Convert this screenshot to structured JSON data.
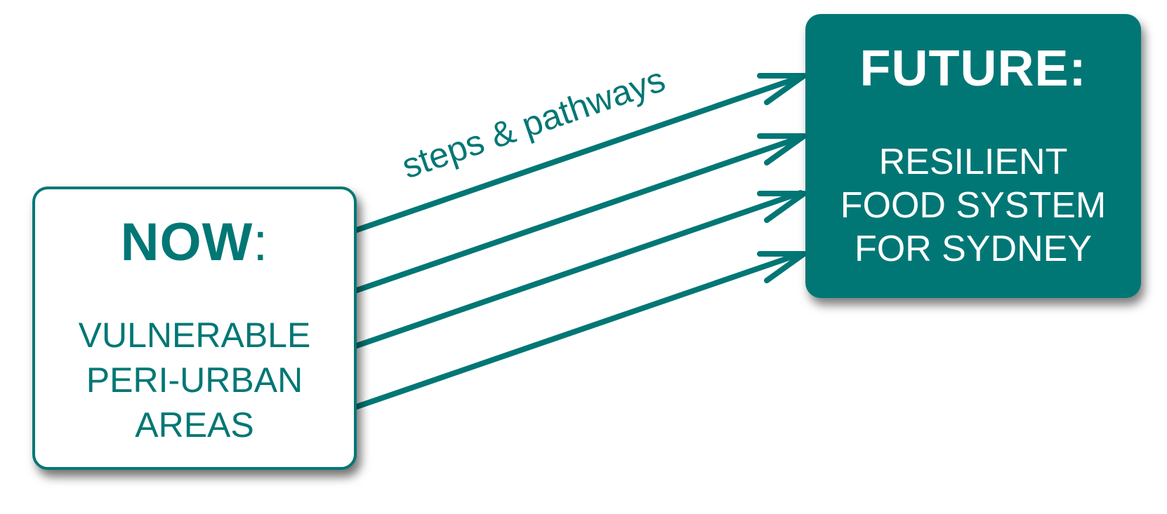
{
  "now": {
    "title": "NOW",
    "colon": ":",
    "lines": [
      "VULNERABLE",
      "PERI-URBAN",
      "AREAS"
    ]
  },
  "future": {
    "title": "FUTURE:",
    "lines": [
      "RESILIENT",
      "FOOD SYSTEM",
      "FOR SYDNEY"
    ]
  },
  "arrow_label": "steps & pathways",
  "arrow_count": 4,
  "colors": {
    "accent": "#017775",
    "background": "#ffffff",
    "future_text": "#ffffff"
  }
}
